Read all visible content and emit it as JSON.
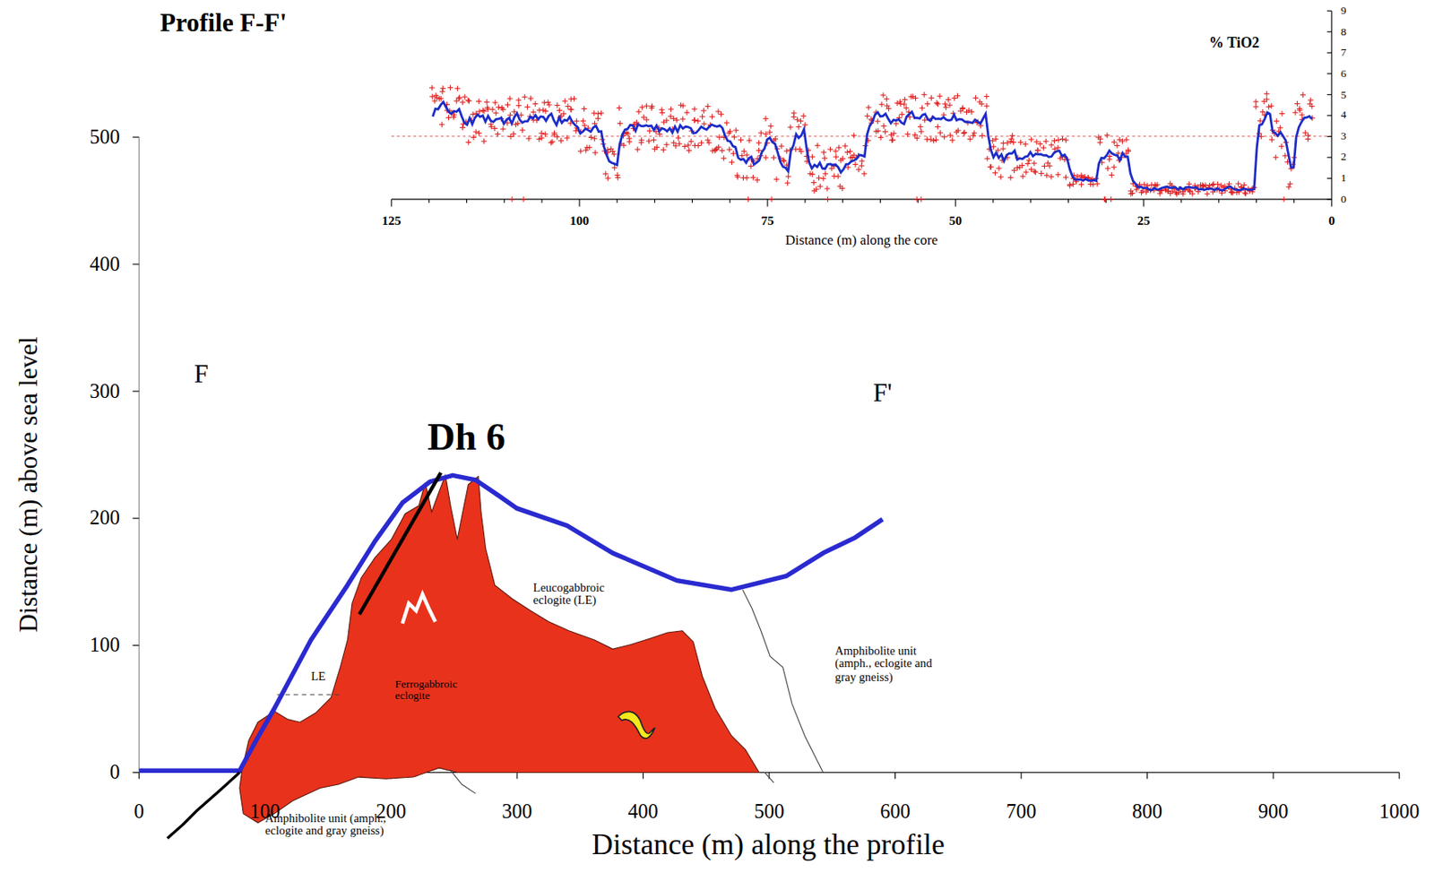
{
  "diagram": {
    "title": "Profile F-F'",
    "nodes": [
      {
        "text": [
          "Ferrogabbroic eclogite"
        ]
      }
    ],
    "labels": [
      "% TiO2",
      "0",
      "1",
      "2",
      "3",
      "4",
      "5",
      "6",
      "7",
      "8",
      "9",
      "125",
      "100",
      "75",
      "50",
      "25",
      "0",
      "Distance (m) along the core",
      "500",
      "400",
      "300",
      "200",
      "100",
      "0",
      "Distance (m) above sea level",
      "0",
      "100",
      "200",
      "300",
      "400",
      "500",
      "600",
      "700",
      "800",
      "900",
      "1000",
      "Distance (m) along the profile",
      "F",
      "F'",
      "Dh 6",
      "Leucogabbroic eclogite (LE)",
      "LE",
      "Amphibolite unit (amph., eclogite and gray gneiss)",
      "Amphibolite unit (amph., eclogite and gray gneiss)"
    ]
  }
}
